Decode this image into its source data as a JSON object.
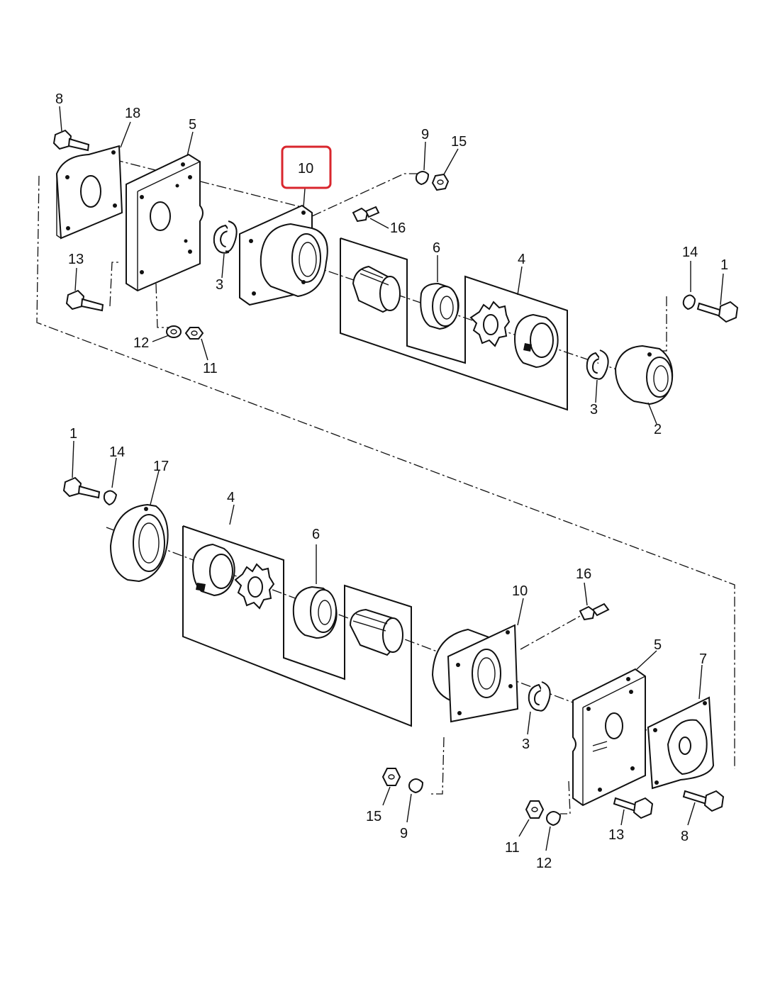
{
  "diagram": {
    "highlight": {
      "label": "10",
      "color": "#d9262d"
    },
    "upper_assembly": {
      "callouts": {
        "c8": "8",
        "c18": "18",
        "c5": "5",
        "c10": "10",
        "c9": "9",
        "c15": "15",
        "c16": "16",
        "c13": "13",
        "c3a": "3",
        "c6": "6",
        "c4": "4",
        "c14": "14",
        "c1": "1",
        "c12": "12",
        "c11": "11",
        "c3b": "3",
        "c2": "2"
      }
    },
    "lower_assembly": {
      "callouts": {
        "c1": "1",
        "c14": "14",
        "c17": "17",
        "c4": "4",
        "c6": "6",
        "c16": "16",
        "c10": "10",
        "c5": "5",
        "c7": "7",
        "c3": "3",
        "c15": "15",
        "c9": "9",
        "c11": "11",
        "c12": "12",
        "c13": "13",
        "c8": "8"
      }
    }
  }
}
